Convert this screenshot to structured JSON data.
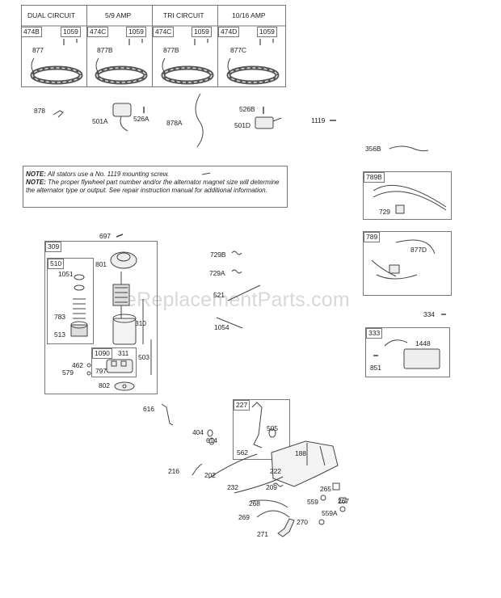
{
  "watermark": "eReplacementParts.com",
  "stator_headers": [
    "DUAL CIRCUIT",
    "5/9 AMP",
    "TRI CIRCUIT",
    "10/16 AMP"
  ],
  "stator_tags": [
    "474B",
    "474C",
    "474C",
    "474D"
  ],
  "stator_screw_tag": "1059",
  "stator_parts": [
    "877",
    "877B",
    "877B",
    "877C"
  ],
  "note1_label": "NOTE:",
  "note1_text": "All stators use a No. 1119 mounting screw.",
  "note2_label": "NOTE:",
  "note2_text": "The proper flywheel part number and/or the alternator magnet size will determine the alternator type or output. See repair instruction manual for additional information.",
  "box_tags": {
    "b789b": "789B",
    "b789": "789",
    "b309": "309",
    "b510": "510",
    "b1090": "1090",
    "b333": "333",
    "b227": "227"
  },
  "labels": {
    "p878": "878",
    "p501a": "501A",
    "p526a": "526A",
    "p878a": "878A",
    "p526b": "526B",
    "p501d": "501D",
    "p1119": "1119",
    "p356b": "356B",
    "p729": "729",
    "p877d": "877D",
    "p697": "697",
    "p801": "801",
    "p1051": "1051",
    "p783": "783",
    "p513": "513",
    "p310": "310",
    "p311": "311",
    "p503": "503",
    "p797": "797",
    "p462": "462",
    "p579": "579",
    "p802": "802",
    "p729b": "729B",
    "p729a": "729A",
    "p521": "521",
    "p1054": "1054",
    "p334": "334",
    "p1448": "1448",
    "p851": "851",
    "p616": "616",
    "p404": "404",
    "p614": "614",
    "p505": "505",
    "p562": "562",
    "p188": "188",
    "p216": "216",
    "p202": "202",
    "p222": "222",
    "p232": "232",
    "p209": "209",
    "p265": "265",
    "p559": "559",
    "p267": "267",
    "p559a": "559A",
    "p268": "268",
    "p269": "269",
    "p270": "270",
    "p271": "271"
  }
}
